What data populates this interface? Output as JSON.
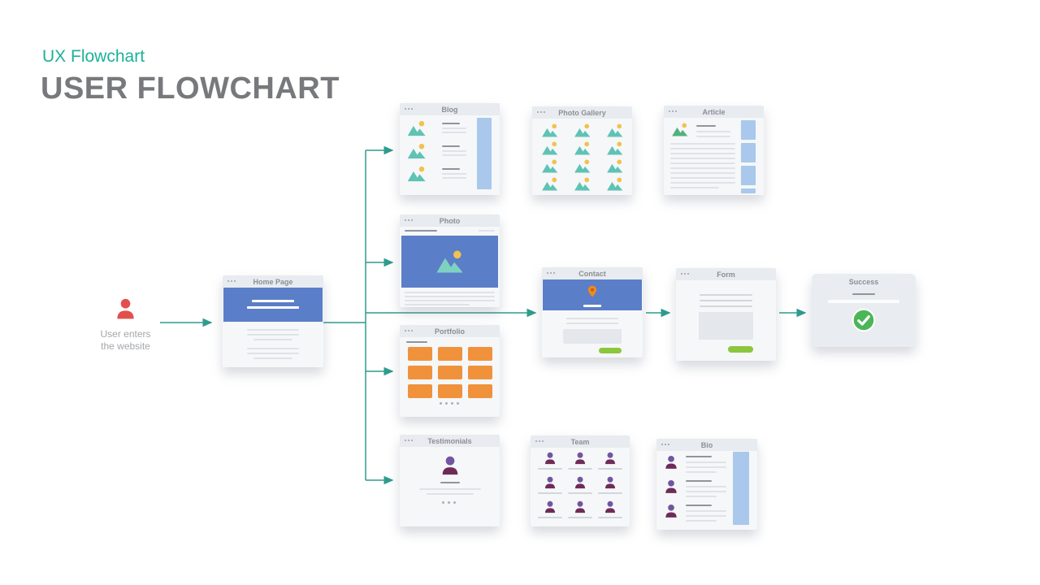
{
  "header": {
    "eyebrow": "UX Flowchart",
    "title": "USER FLOWCHART"
  },
  "entry": {
    "label_line1": "User enters",
    "label_line2": "the website"
  },
  "nodes": {
    "home": {
      "title": "Home Page"
    },
    "blog": {
      "title": "Blog"
    },
    "photo_gallery": {
      "title": "Photo Gallery"
    },
    "article": {
      "title": "Article"
    },
    "photo": {
      "title": "Photo"
    },
    "contact": {
      "title": "Contact"
    },
    "form": {
      "title": "Form"
    },
    "success": {
      "title": "Success"
    },
    "portfolio": {
      "title": "Portfolio"
    },
    "testimonials": {
      "title": "Testimonials"
    },
    "team": {
      "title": "Team"
    },
    "bio": {
      "title": "Bio"
    }
  },
  "palette": {
    "accent_teal": "#1cb299",
    "title_gray": "#77797c",
    "connector": "#2e9b8d",
    "node_blue": "#5b7ec8",
    "sidebar_blue": "#a9c8ec",
    "orange": "#f0923c",
    "image_teal": "#5fc3b4",
    "image_green": "#53b17e",
    "sun_yellow": "#f2c14e",
    "person_purple": "#7155a0",
    "person_plum": "#6f2b57",
    "pin_orange": "#f2891d",
    "button_green": "#8cc63e",
    "check_green": "#4bb658",
    "user_red": "#e2504c"
  }
}
